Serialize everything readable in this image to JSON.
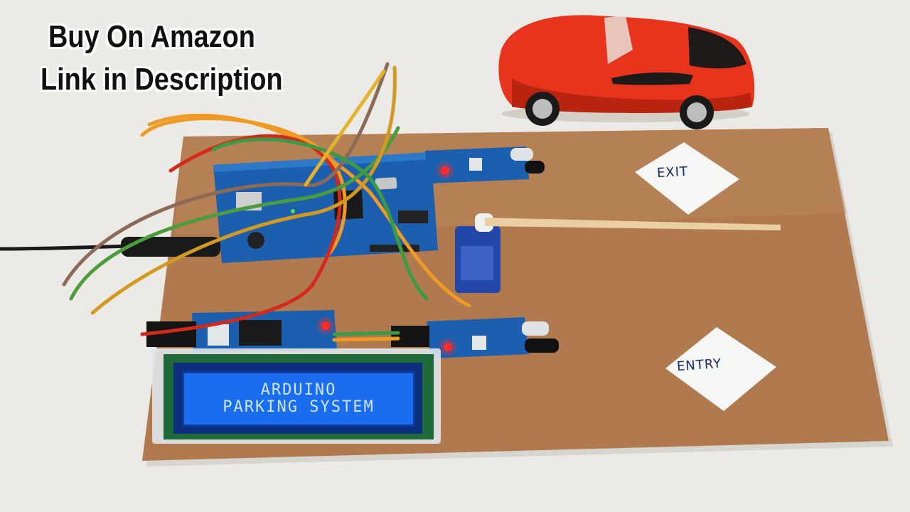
{
  "overlay": {
    "line1": "Buy On Amazon",
    "line2": "Link in Description"
  },
  "lcd": {
    "line1": "ARDUINO",
    "line2": "PARKING SYSTEM"
  },
  "labels": {
    "exit": "EXIT",
    "entry": "ENTRY"
  },
  "colors": {
    "board": "#b07a4e",
    "car": "#e8331d",
    "lcd": "#1b6df0",
    "arduino": "#1c5fae"
  }
}
